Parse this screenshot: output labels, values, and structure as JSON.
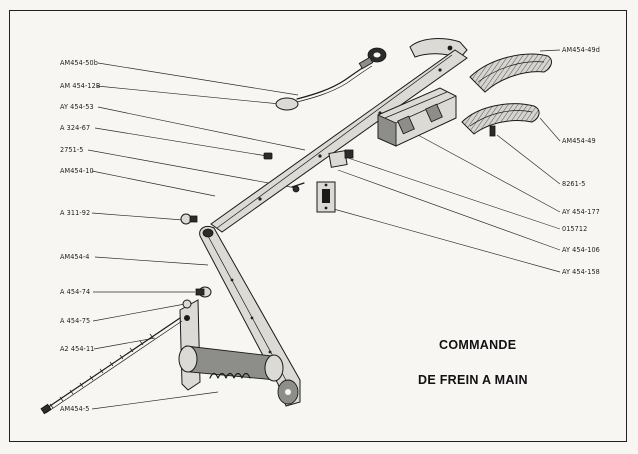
{
  "title": {
    "line1": "COMMANDE",
    "line2": "DE FREIN A MAIN"
  },
  "labels_left": [
    "AM454-50b",
    "AM 454-12B",
    "AY 454-53",
    "A 324-67",
    "2751-5",
    "AM454-10",
    "A 311-92",
    "AM454-4",
    "A 454-74",
    "A 454-75",
    "A2 454-11",
    "AM454-5"
  ],
  "labels_right": [
    "AM454-49d",
    "AM454-49",
    "8261-5",
    "AY 454-177",
    "015712",
    "AY 454-106",
    "AY 454-158"
  ]
}
